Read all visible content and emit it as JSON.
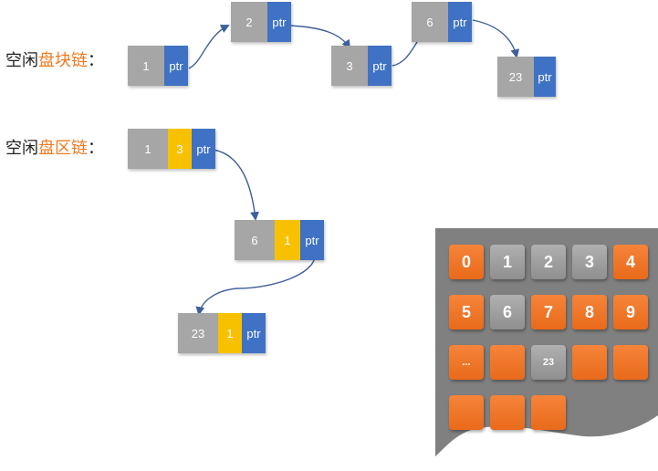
{
  "block_chain": {
    "label_prefix": "空闲",
    "label_highlight": "盘块链",
    "label_suffix": "：",
    "nodes": [
      {
        "value": "1",
        "ptr": "ptr"
      },
      {
        "value": "2",
        "ptr": "ptr"
      },
      {
        "value": "3",
        "ptr": "ptr"
      },
      {
        "value": "6",
        "ptr": "ptr"
      },
      {
        "value": "23",
        "ptr": "ptr"
      }
    ]
  },
  "extent_chain": {
    "label_prefix": "空闲",
    "label_highlight": "盘区链",
    "label_suffix": "：",
    "nodes": [
      {
        "start": "1",
        "count": "3",
        "ptr": "ptr"
      },
      {
        "start": "6",
        "count": "1",
        "ptr": "ptr"
      },
      {
        "start": "23",
        "count": "1",
        "ptr": "ptr"
      }
    ]
  },
  "disk": {
    "blocks": [
      {
        "label": "0",
        "state": "free"
      },
      {
        "label": "1",
        "state": "used"
      },
      {
        "label": "2",
        "state": "used"
      },
      {
        "label": "3",
        "state": "used"
      },
      {
        "label": "4",
        "state": "free"
      },
      {
        "label": "5",
        "state": "free"
      },
      {
        "label": "6",
        "state": "used"
      },
      {
        "label": "7",
        "state": "free"
      },
      {
        "label": "8",
        "state": "free"
      },
      {
        "label": "9",
        "state": "free"
      },
      {
        "label": "...",
        "state": "free"
      },
      {
        "label": "",
        "state": "free"
      },
      {
        "label": "23",
        "state": "used"
      },
      {
        "label": "",
        "state": "free"
      },
      {
        "label": "",
        "state": "free"
      },
      {
        "label": "",
        "state": "free"
      },
      {
        "label": "",
        "state": "free"
      },
      {
        "label": "",
        "state": "free"
      }
    ],
    "colors": {
      "free": "#f07a1f",
      "used": "#9e9e9e",
      "board": "#7f7f7f",
      "pointer": "#3f72c4",
      "count": "#f7c100"
    }
  }
}
